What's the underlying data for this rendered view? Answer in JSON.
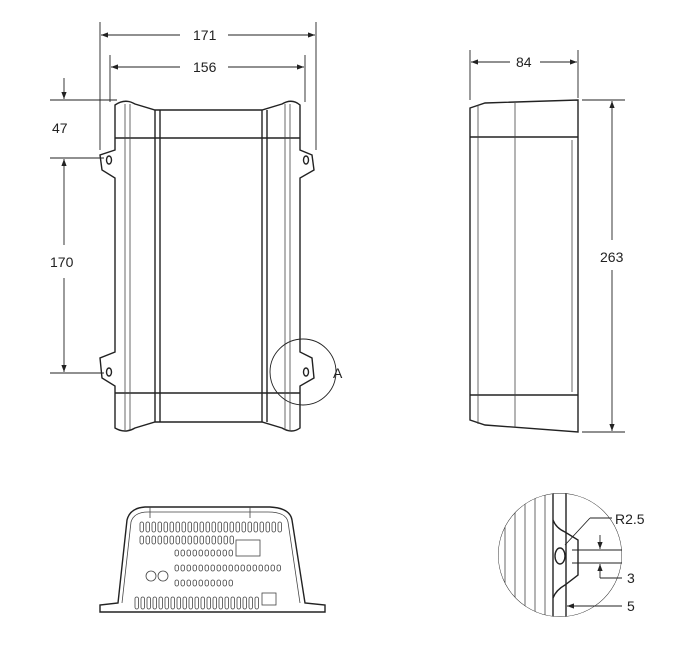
{
  "dimensions": {
    "overall_width": "171",
    "inner_width": "156",
    "top_offset": "47",
    "hole_spacing": "170",
    "depth": "84",
    "height": "263",
    "detail_label": "A",
    "hole_radius": "R2.5",
    "hole_size": "3",
    "edge_offset": "5"
  }
}
